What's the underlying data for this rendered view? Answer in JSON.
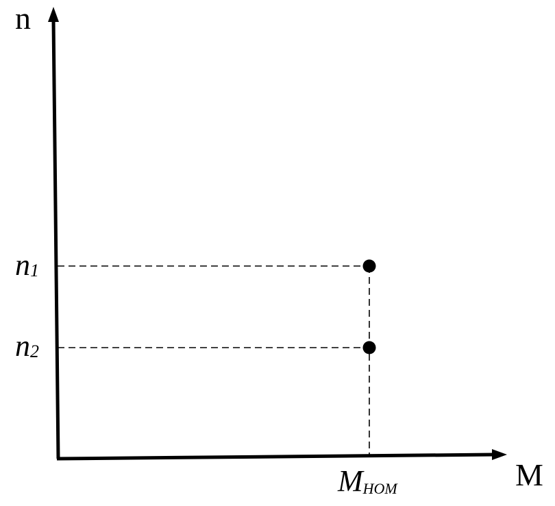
{
  "diagram": {
    "y_axis_label": "n",
    "x_axis_label": "M",
    "y_tick_labels": [
      {
        "base": "n",
        "subscript": "1"
      },
      {
        "base": "n",
        "subscript": "2"
      }
    ],
    "x_tick_label": {
      "base": "M",
      "subscript": "НОМ"
    },
    "colors": {
      "axis": "#000000",
      "guide": "#000000",
      "point": "#000000",
      "background": "#ffffff"
    }
  }
}
